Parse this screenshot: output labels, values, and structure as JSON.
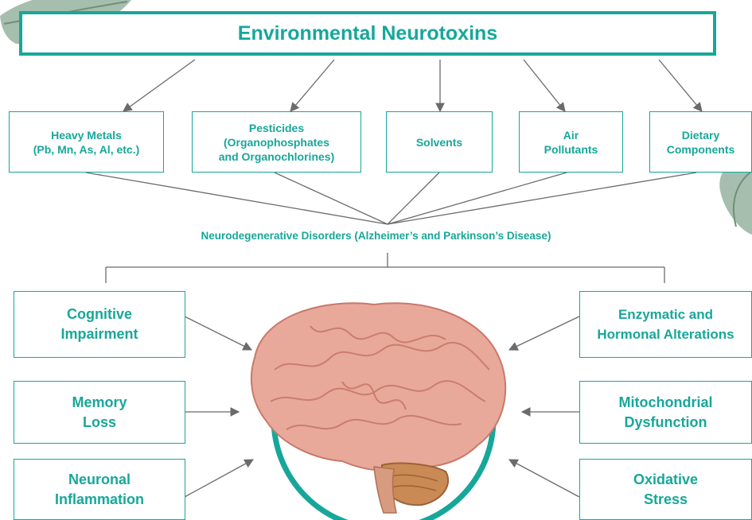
{
  "title": "Environmental Neurotoxins",
  "sources": [
    {
      "id": "heavy-metals",
      "label": "Heavy Metals\n(Pb, Mn, As, Al, etc.)"
    },
    {
      "id": "pesticides",
      "label": "Pesticides\n(Organophosphates\nand Organochlorines)"
    },
    {
      "id": "solvents",
      "label": "Solvents"
    },
    {
      "id": "air-pollutants",
      "label": "Air\nPollutants"
    },
    {
      "id": "dietary-components",
      "label": "Dietary\nComponents"
    }
  ],
  "middle_label": "Neurodegenerative Disorders (Alzheimer’s and Parkinson’s Disease)",
  "effects_left": [
    {
      "id": "cognitive-impairment",
      "label": "Cognitive\nImpairment"
    },
    {
      "id": "memory-loss",
      "label": "Memory\nLoss"
    },
    {
      "id": "neuronal-inflammation",
      "label": "Neuronal\nInflammation"
    }
  ],
  "effects_right": [
    {
      "id": "enzymatic-hormonal",
      "label": "Enzymatic and\nHormonal Alterations"
    },
    {
      "id": "mitochondrial-dysfunction",
      "label": "Mitochondrial\nDysfunction"
    },
    {
      "id": "oxidative-stress",
      "label": "Oxidative\nStress"
    }
  ],
  "colors": {
    "accent": "#17a79a",
    "line": "#6b6b6b",
    "leaf": "#8fae98",
    "brain": "#e8a99a"
  },
  "icons": [
    "leaf-decoration",
    "brain-illustration"
  ]
}
